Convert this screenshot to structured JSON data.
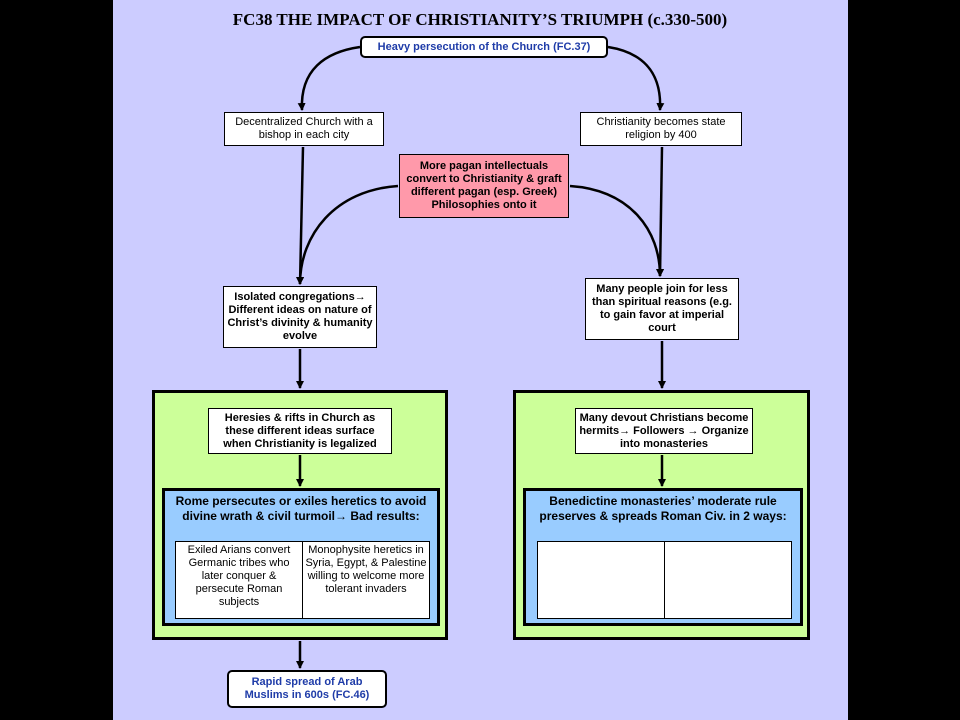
{
  "title": "FC38 THE IMPACT OF CHRISTIANITY’S TRIUMPH (c.330-500)",
  "nodes": {
    "top": "Heavy persecution of the Church (FC.37)",
    "decentralized": "Decentralized Church with a bishop in each city",
    "state_religion": "Christianity becomes state religion by 400",
    "pagan_intellectuals": "More pagan intellectuals convert to Christianity & graft different pagan (esp. Greek) Philosophies onto it",
    "isolated": "Isolated congregations→ Different ideas on nature of Christ’s divinity & humanity evolve",
    "join_less": "Many people join for less than spiritual reasons (e.g. to gain favor at imperial court",
    "heresies": "Heresies & rifts in Church as these different ideas surface when Christianity is legalized",
    "hermits": "Many devout Christians become hermits→ Followers → Organize into monasteries",
    "rome_persecutes": "Rome persecutes or exiles heretics to avoid divine wrath & civil turmoil→ Bad results:",
    "arians": "Exiled Arians convert Germanic tribes who later conquer & persecute Roman subjects",
    "monophysite": "Monophysite heretics in Syria, Egypt, & Palestine willing to welcome more tolerant invaders",
    "benedictine": "Benedictine monasteries’ moderate rule preserves & spreads Roman Civ. in 2 ways:",
    "way1": "",
    "way2": "",
    "bottom": "Rapid spread of Arab Muslims in 600s (FC.46)"
  }
}
